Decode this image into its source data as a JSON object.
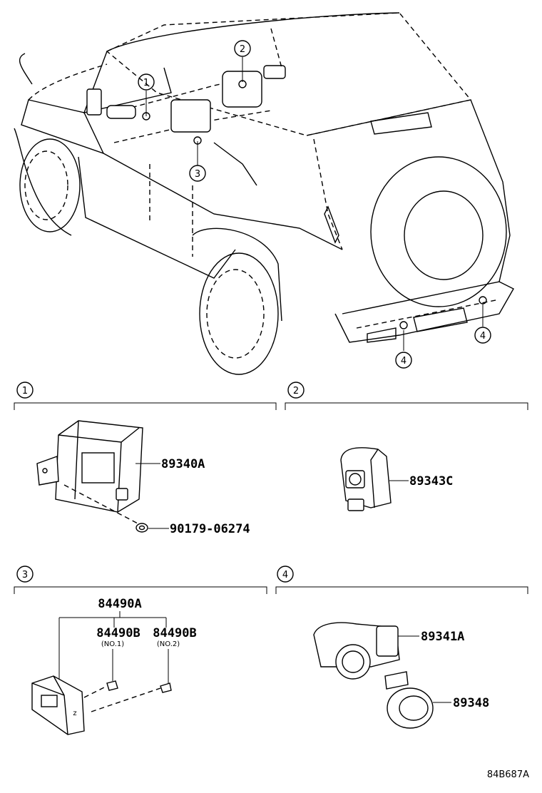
{
  "callouts": {
    "vehicle": [
      "1",
      "2",
      "3",
      "4",
      "4"
    ],
    "sections": [
      "1",
      "2",
      "3",
      "4"
    ]
  },
  "section1": {
    "parts": [
      "89340A",
      "90179-06274"
    ]
  },
  "section2": {
    "parts": [
      "89343C"
    ]
  },
  "section3": {
    "group": "84490A",
    "parts": [
      "84490B",
      "84490B"
    ],
    "notes": [
      "(NO.1)",
      "(NO.2)"
    ]
  },
  "section4": {
    "parts": [
      "89341A",
      "89348"
    ]
  },
  "footer": {
    "ref": "84B687A"
  }
}
